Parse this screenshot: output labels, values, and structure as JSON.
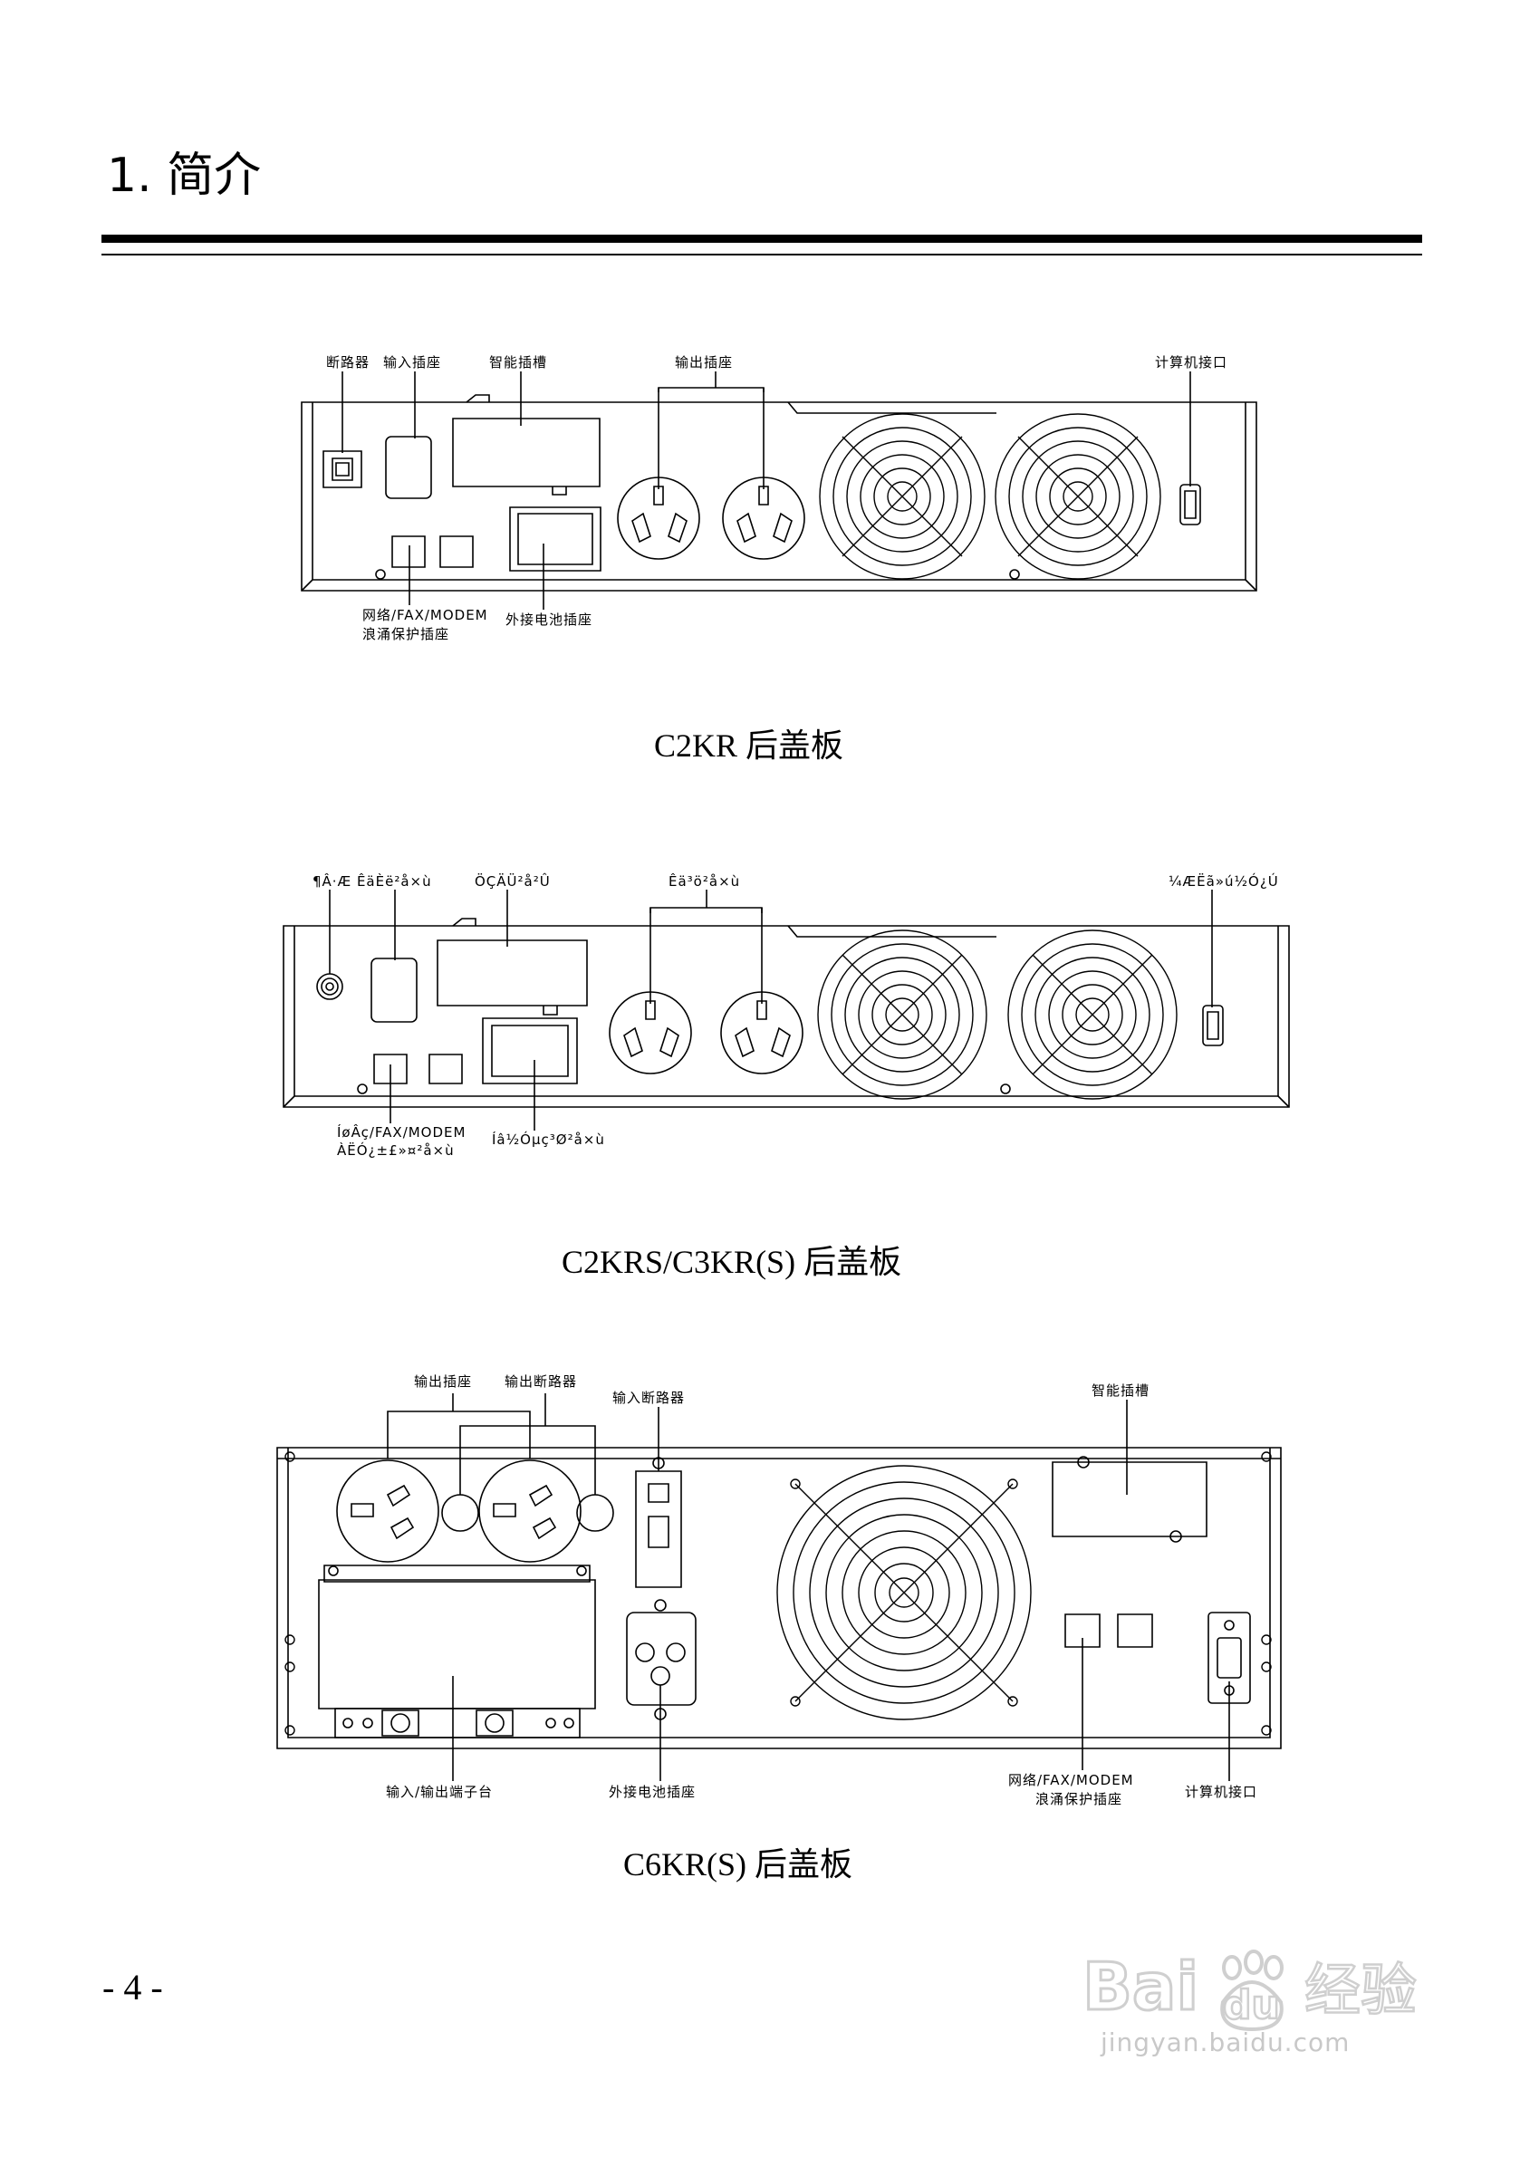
{
  "page": {
    "title": "1. 简介",
    "page_number": "- 4 -"
  },
  "figure1": {
    "caption": "C2KR 后盖板",
    "labels": {
      "breaker": "断路器",
      "input_socket": "输入插座",
      "smart_slot": "智能插槽",
      "output_socket": "输出插座",
      "computer_port": "计算机接口",
      "network_line1": "网络/FAX/MODEM",
      "network_line2": "浪涌保护插座",
      "battery_socket": "外接电池插座"
    }
  },
  "figure2": {
    "caption": "C2KRS/C3KR(S) 后盖板",
    "labels": {
      "breaker_input": "¶Â·Æ ÊäÈë²å×ù",
      "smart_slot": "ÖÇÄÜ²å²Û",
      "output_socket": "Êä³ö²å×ù",
      "computer_port": "¼ÆËã»ú½Ó¿Ú",
      "network_line1": "ÍøÂç/FAX/MODEM",
      "network_line2": "ÀËÓ¿±£»¤²å×ù",
      "battery_socket": "Íâ½Óµç³Ø²å×ù"
    }
  },
  "figure3": {
    "caption": "C6KR(S) 后盖板",
    "labels": {
      "output_socket": "输出插座",
      "output_breaker": "输出断路器",
      "input_breaker": "输入断路器",
      "smart_slot": "智能插槽",
      "terminal_block": "输入/输出端子台",
      "battery_socket": "外接电池插座",
      "network_line1": "网络/FAX/MODEM",
      "network_line2": "浪涌保护插座",
      "computer_port": "计算机接口"
    }
  },
  "watermark": {
    "text": "jingyan.baidu.com"
  }
}
